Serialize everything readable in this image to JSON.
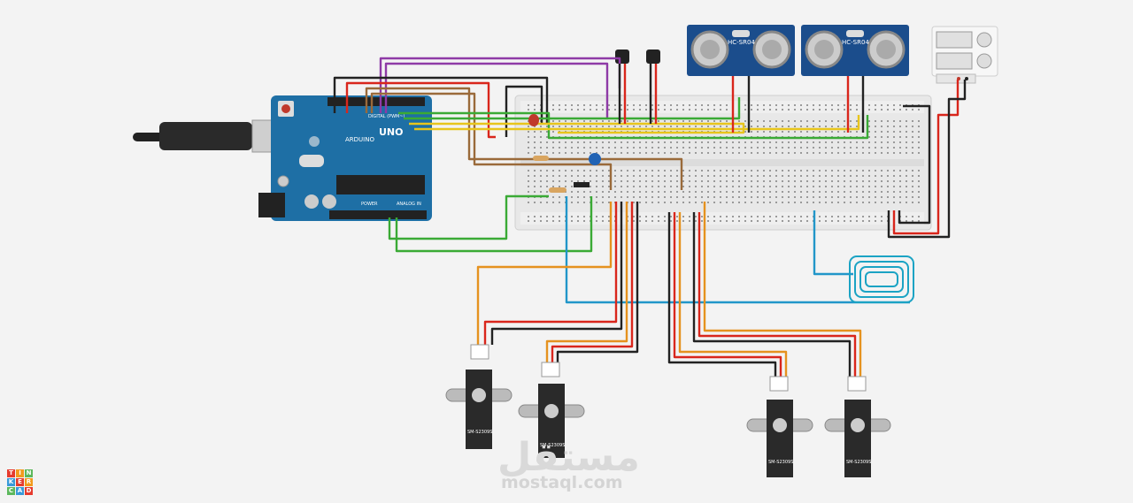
{
  "arduino": {
    "brand": "ARDUINO",
    "model": "UNO",
    "digital_label": "DIGITAL (PWM~)",
    "analog_label": "ANALOG IN",
    "power_label": "POWER"
  },
  "ultrasonic": [
    {
      "label": "HC-SR04"
    },
    {
      "label": "HC-SR04"
    }
  ],
  "servos": [
    {
      "label": "SM-S2309S"
    },
    {
      "label": "SM-S2309S"
    },
    {
      "label": "SM-S2309S"
    },
    {
      "label": "SM-S2309S"
    }
  ],
  "tinkercad": {
    "letters": [
      "T",
      "I",
      "N",
      "K",
      "E",
      "R",
      "C",
      "A",
      "D"
    ],
    "colors": [
      "#e63b2e",
      "#f29b1d",
      "#5cb85c",
      "#3a9ad9",
      "#e63b2e",
      "#f29b1d",
      "#5cb85c",
      "#3a9ad9",
      "#e63b2e"
    ]
  },
  "watermark": {
    "arabic": "مستقل",
    "latin": "mostaql.com"
  },
  "wire_colors": {
    "red": "#d9261c",
    "black": "#222222",
    "yellow": "#e8c51c",
    "green": "#3aaa35",
    "purple": "#8e3aa6",
    "orange": "#e5921f",
    "brown": "#9a6a3a",
    "blue": "#2196c9",
    "cyan": "#1ba3c4"
  }
}
